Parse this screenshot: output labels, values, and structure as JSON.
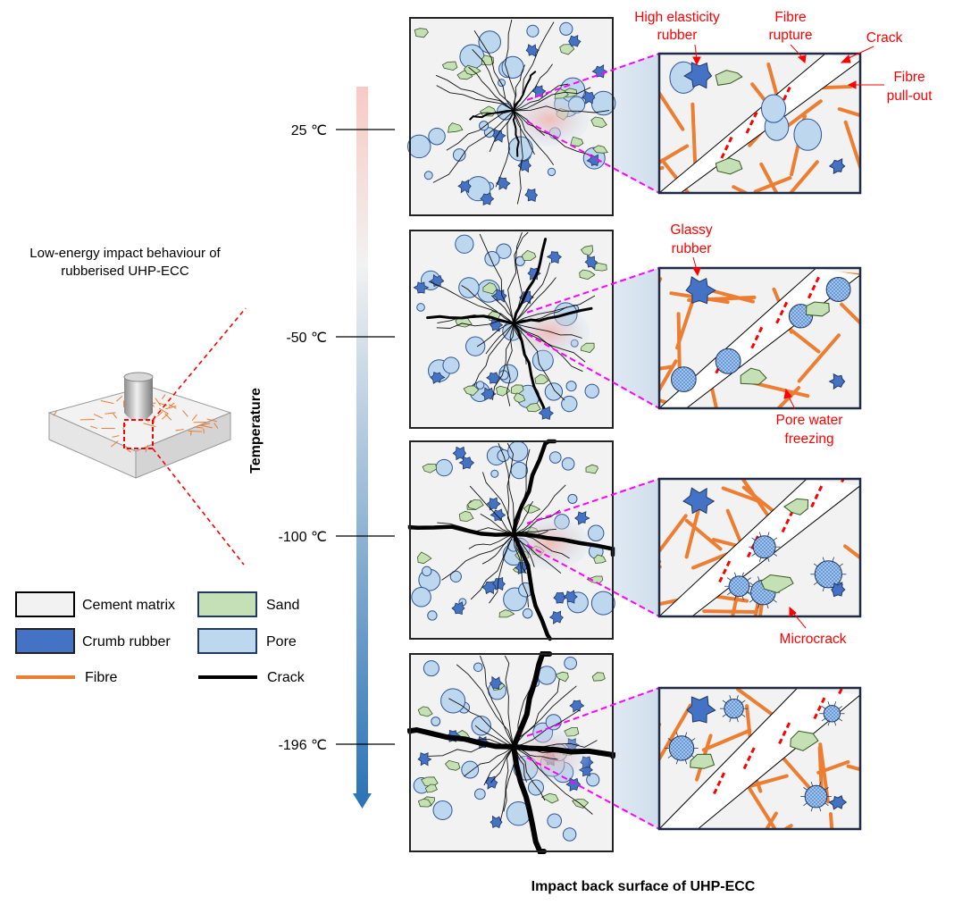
{
  "left": {
    "title_line1": "Low-energy impact behaviour of",
    "title_line2": "rubberised UHP-ECC"
  },
  "axis": {
    "label": "Temperature",
    "levels": [
      {
        "temp": "25 ℃",
        "crack_severity": 1
      },
      {
        "temp": "-50 ℃",
        "crack_severity": 2
      },
      {
        "temp": "-100 ℃",
        "crack_severity": 3
      },
      {
        "temp": "-196 ℃",
        "crack_severity": 4
      }
    ]
  },
  "legend": {
    "cement": "Cement matrix",
    "sand": "Sand",
    "rubber": "Crumb rubber",
    "pore": "Pore",
    "fibre": "Fibre",
    "crack": "Crack"
  },
  "annotations": {
    "high_elasticity_1": "High elasticity",
    "high_elasticity_2": "rubber",
    "fibre_rupture_1": "Fibre",
    "fibre_rupture_2": "rupture",
    "crack": "Crack",
    "pullout_1": "Fibre",
    "pullout_2": "pull-out",
    "glassy_1": "Glassy",
    "glassy_2": "rubber",
    "pore_water_1": "Pore water",
    "pore_water_2": "freezing",
    "microcrack": "Microcrack"
  },
  "caption": "Impact back surface of UHP-ECC",
  "colors": {
    "cement": "#f2f2f2",
    "sand": "#c5e0b4",
    "rubber": "#4472c4",
    "pore": "#bdd7ee",
    "fibre": "#ed7d31",
    "crack": "#000000",
    "annotation": "#ff0000",
    "zoom_line": "#ff00ff"
  }
}
